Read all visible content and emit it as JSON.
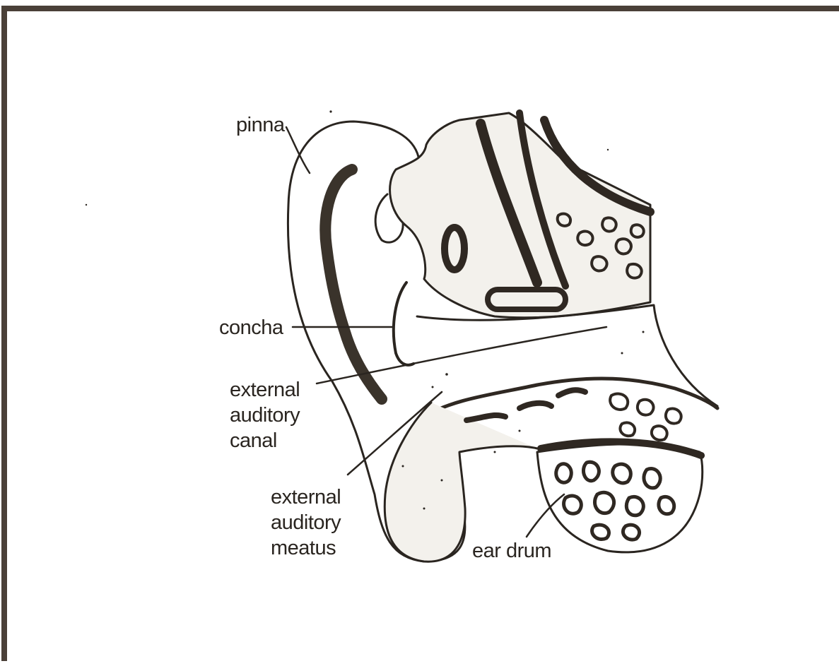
{
  "diagram": {
    "labels": {
      "pinna": "pinna",
      "concha": "concha",
      "canal": [
        "external",
        "auditory",
        "canal"
      ],
      "meatus": [
        "external",
        "auditory",
        "meatus"
      ],
      "ear_drum": "ear drum"
    },
    "colors": {
      "ink": "#2a2520",
      "frame": "#4a4038",
      "background": "#ffffff",
      "bone_fill": "#f3f1ec"
    }
  }
}
